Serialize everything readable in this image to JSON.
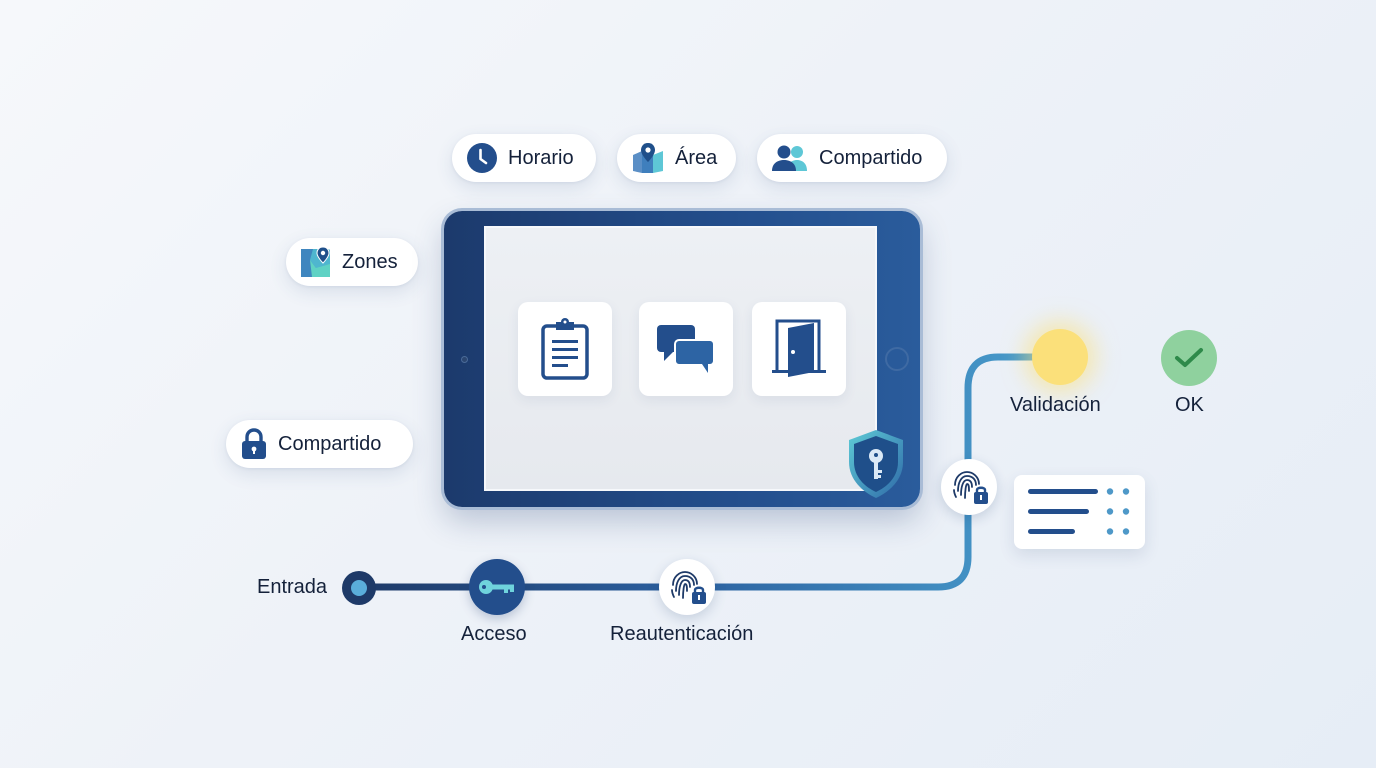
{
  "top_chips": [
    {
      "label": "Horario",
      "icon": "clock-icon"
    },
    {
      "label": "Área",
      "icon": "map-pin-icon"
    },
    {
      "label": "Compartido",
      "icon": "users-icon"
    }
  ],
  "left_chips": [
    {
      "label": "Zones",
      "icon": "zone-map-icon"
    },
    {
      "label": "Compartido",
      "icon": "lock-icon"
    }
  ],
  "tablet": {
    "tiles": [
      {
        "icon": "clipboard-icon"
      },
      {
        "icon": "chat-bubbles-icon"
      },
      {
        "icon": "door-icon"
      }
    ],
    "badge_icon": "shield-key-icon"
  },
  "flow": {
    "steps": [
      {
        "label": "Entrada",
        "icon": "start-dot-icon"
      },
      {
        "label": "Acceso",
        "icon": "key-icon"
      },
      {
        "label": "Reautenticación",
        "icon": "fingerprint-lock-icon"
      },
      {
        "label": "",
        "icon": "fingerprint-lock-icon"
      },
      {
        "label": "Validación",
        "icon": "pending-dot-icon"
      },
      {
        "label": "OK",
        "icon": "check-icon"
      }
    ],
    "colors": {
      "dark": "#1e3a68",
      "mid": "#2f6aa8",
      "light": "#4ea3d0",
      "pending": "#fbe07a",
      "ok": "#8fd19e",
      "ok_check": "#2e8a4a"
    }
  },
  "list_card": {
    "rows": 3,
    "icon": "list-icon"
  }
}
